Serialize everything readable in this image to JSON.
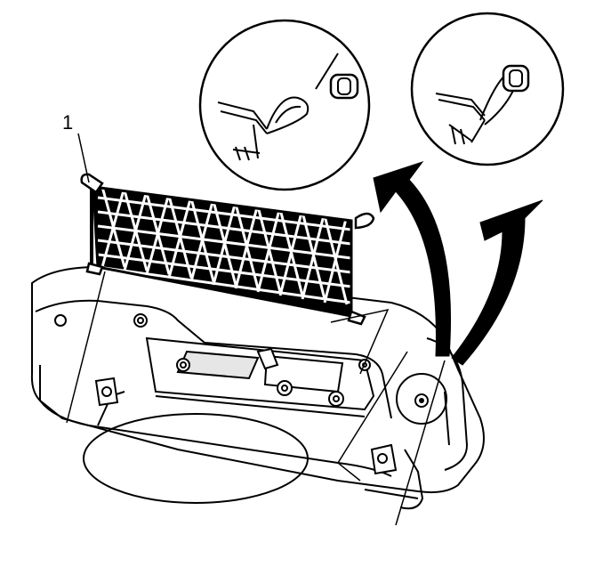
{
  "diagram": {
    "callouts": [
      {
        "label": "1"
      }
    ],
    "colors": {
      "line": "#000000",
      "background": "#ffffff",
      "panel_fill": "#e6e6e6",
      "net_fill": "#000000"
    },
    "parts": [
      "cargo-net",
      "cargo-net-hook",
      "anchor-grommet",
      "trunk-panel",
      "spare-tire-well",
      "detail-view",
      "arrow"
    ]
  }
}
